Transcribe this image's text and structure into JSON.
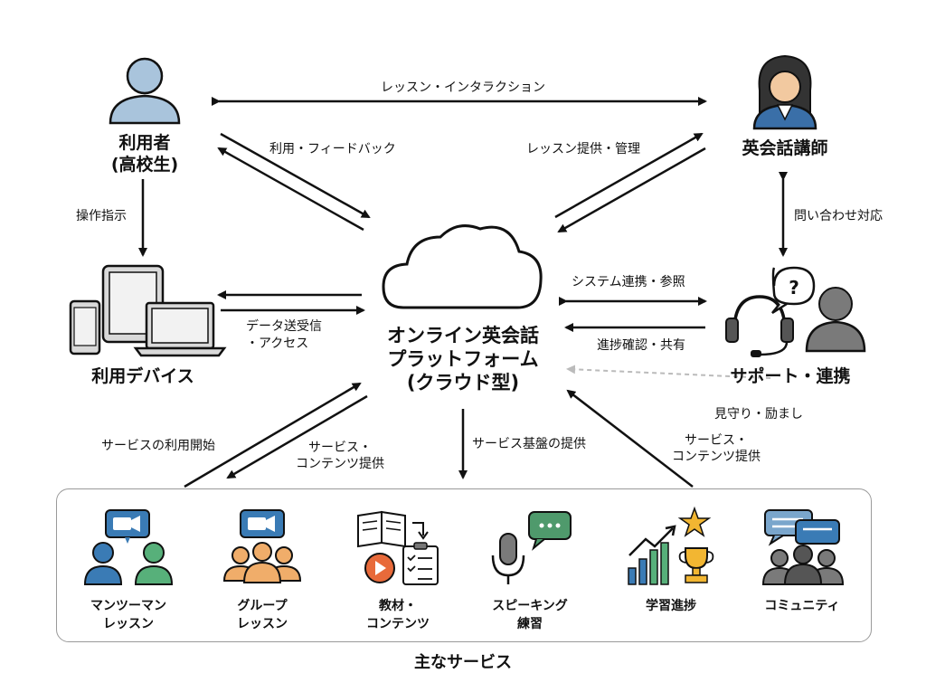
{
  "nodes": {
    "user_line1": "利用者",
    "user_line2": "(高校生)",
    "devices": "利用デバイス",
    "instructor": "英会話講師",
    "support": "サポート・連携",
    "platform_line1": "オンライン英会話",
    "platform_line2": "プラットフォーム",
    "platform_line3": "(クラウド型)"
  },
  "edges": {
    "lesson_interaction": "レッスン・インタラクション",
    "use_feedback": "利用・フィードバック",
    "lesson_provide": "レッスン提供・管理",
    "operation": "操作指示",
    "inquiry": "問い合わせ対応",
    "system_link": "システム連携・参照",
    "data_line1": "データ送受信",
    "data_line2": "・アクセス",
    "progress_share": "進捗確認・共有",
    "watch_encourage": "見守り・励まし",
    "service_start": "サービスの利用開始",
    "content_left_line1": "サービス・",
    "content_left_line2": "コンテンツ提供",
    "base_provide": "サービス基盤の提供",
    "content_right_line1": "サービス・",
    "content_right_line2": "コンテンツ提供"
  },
  "services": {
    "title": "主なサービス",
    "items": [
      {
        "line1": "マンツーマン",
        "line2": "レッスン",
        "icon": "one-on-one-video-icon"
      },
      {
        "line1": "グループ",
        "line2": "レッスン",
        "icon": "group-video-icon"
      },
      {
        "line1": "教材・",
        "line2": "コンテンツ",
        "icon": "materials-icon"
      },
      {
        "line1": "スピーキング",
        "line2": "練習",
        "icon": "speaking-mic-icon"
      },
      {
        "line1": "学習進捗",
        "line2": "",
        "icon": "progress-trophy-icon"
      },
      {
        "line1": "コミュニティ",
        "line2": "",
        "icon": "community-icon"
      }
    ]
  },
  "colors": {
    "user_blue": "#a9c4dc",
    "video_blue": "#3a7bb5",
    "green": "#57b07a",
    "orange": "#f0ad6a",
    "gray_dark": "#555555",
    "gray_mid": "#7a7a7a",
    "star_yellow": "#f2b632",
    "speech_green": "#4f9a6c"
  }
}
